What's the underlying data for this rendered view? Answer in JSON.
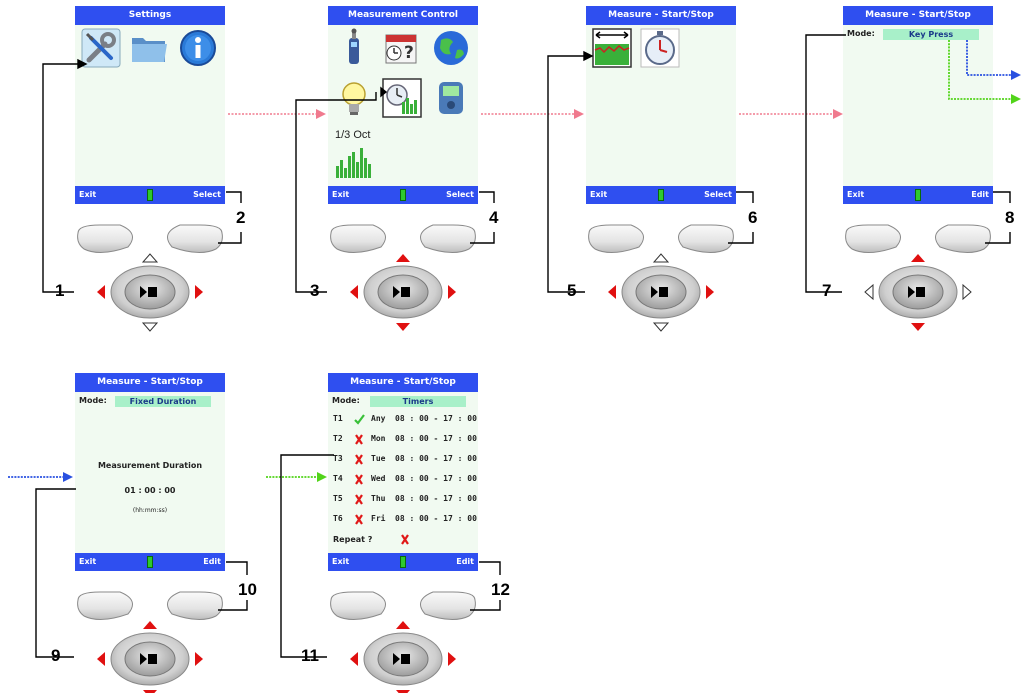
{
  "screens": [
    {
      "title": "Settings",
      "left_soft": "Exit",
      "right_soft": "Select"
    },
    {
      "title": "Measurement Control",
      "left_soft": "Exit",
      "right_soft": "Select",
      "octave_label": "1/3 Oct"
    },
    {
      "title": "Measure - Start/Stop",
      "left_soft": "Exit",
      "right_soft": "Select"
    },
    {
      "title": "Measure - Start/Stop",
      "left_soft": "Exit",
      "right_soft": "Edit",
      "mode_label": "Mode:",
      "mode_value": "Key Press"
    },
    {
      "title": "Measure - Start/Stop",
      "left_soft": "Exit",
      "right_soft": "Edit",
      "mode_label": "Mode:",
      "mode_value": "Fixed Duration",
      "duration_label": "Measurement Duration",
      "duration_value": "01 : 00 : 00",
      "duration_format": "(hh:mm:ss)"
    },
    {
      "title": "Measure - Start/Stop",
      "left_soft": "Exit",
      "right_soft": "Edit",
      "mode_label": "Mode:",
      "mode_value": "Timers",
      "timers": [
        {
          "id": "T1",
          "enabled": true,
          "day": "Any",
          "time": "08 : 00 - 17 : 00"
        },
        {
          "id": "T2",
          "enabled": false,
          "day": "Mon",
          "time": "08 : 00 - 17 : 00"
        },
        {
          "id": "T3",
          "enabled": false,
          "day": "Tue",
          "time": "08 : 00 - 17 : 00"
        },
        {
          "id": "T4",
          "enabled": false,
          "day": "Wed",
          "time": "08 : 00 - 17 : 00"
        },
        {
          "id": "T5",
          "enabled": false,
          "day": "Thu",
          "time": "08 : 00 - 17 : 00"
        },
        {
          "id": "T6",
          "enabled": false,
          "day": "Fri",
          "time": "08 : 00 - 17 : 00"
        }
      ],
      "repeat_label": "Repeat ?"
    }
  ],
  "step_numbers": [
    "1",
    "2",
    "3",
    "4",
    "5",
    "6",
    "7",
    "8",
    "9",
    "10",
    "11",
    "12"
  ],
  "colors": {
    "title_bar": "#2f4ff0",
    "screen_bg": "#f1faf1",
    "mode_value_bg": "#a8f0c9",
    "arrow_pink": "#f07a8e",
    "arrow_blue": "#2950e0",
    "arrow_green": "#52d41a",
    "keypad_red": "#e01010",
    "check_green": "#39c039",
    "cross_red": "#e01818"
  },
  "icons": [
    "wrench-screwdriver-icon",
    "folder-icon",
    "info-icon",
    "sound-level-meter-icon",
    "calendar-icon",
    "globe-icon",
    "lightbulb-icon",
    "stopwatch-chart-icon",
    "battery-device-icon",
    "octave-bars-icon",
    "level-graph-icon",
    "stopwatch-icon",
    "play-stop-icon",
    "check-icon",
    "cross-icon"
  ]
}
